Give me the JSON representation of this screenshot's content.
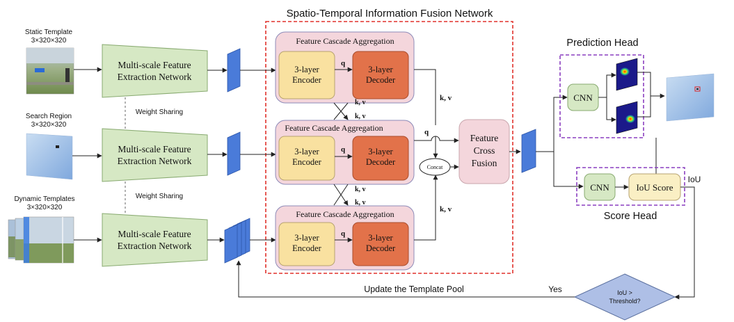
{
  "title": "Spatio-Temporal Information Fusion Network",
  "inputs": [
    {
      "label": "Static Template",
      "dims": "3×320×320"
    },
    {
      "label": "Search Region",
      "dims": "3×320×320"
    },
    {
      "label": "Dynamic Templates",
      "dims": "3×320×320"
    }
  ],
  "extractor": {
    "line1": "Multi-scale Feature",
    "line2": "Extraction Network"
  },
  "weight_sharing": "Weight Sharing",
  "fca": {
    "title": "Feature Cascade Aggregation",
    "encoder": {
      "line1": "3-layer",
      "line2": "Encoder"
    },
    "decoder": {
      "line1": "3-layer",
      "line2": "Decoder"
    },
    "q": "q"
  },
  "kv": "k, v",
  "q": "q",
  "concat": "Concat",
  "fusion": {
    "line1": "Feature",
    "line2": "Cross",
    "line3": "Fusion"
  },
  "prediction_head": {
    "title": "Prediction Head",
    "cnn": "CNN"
  },
  "score_head": {
    "title": "Score Head",
    "cnn": "CNN",
    "iou_score": "IoU Score"
  },
  "iou": "IoU",
  "decision": {
    "line1": "IoU >",
    "line2": "Threshold?"
  },
  "yes": "Yes",
  "update": "Update the Template Pool",
  "colors": {
    "green": "#d6e8c4",
    "green_stroke": "#88aa70",
    "fca_bg": "#f4d6dc",
    "encoder": "#f9e1a0",
    "decoder": "#e2724a",
    "feature": "#4a7bd9",
    "dashed_red": "#e0302a",
    "dashed_purple": "#8a3fc0",
    "diamond": "#aebfe6"
  }
}
